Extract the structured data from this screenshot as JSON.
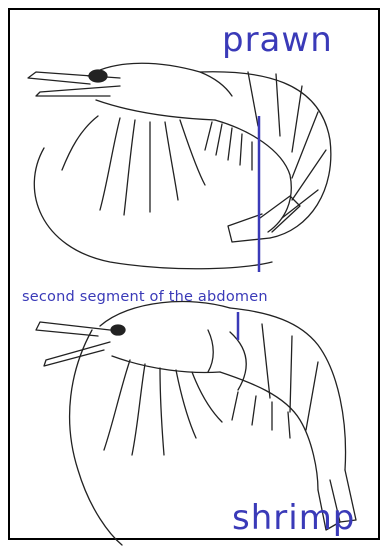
{
  "labels": {
    "prawn": "prawn",
    "segment": "second segment of the abdomen",
    "shrimp": "shrimp"
  },
  "colors": {
    "ink": "#222222",
    "label": "#3a3ab8",
    "border": "#000000"
  }
}
